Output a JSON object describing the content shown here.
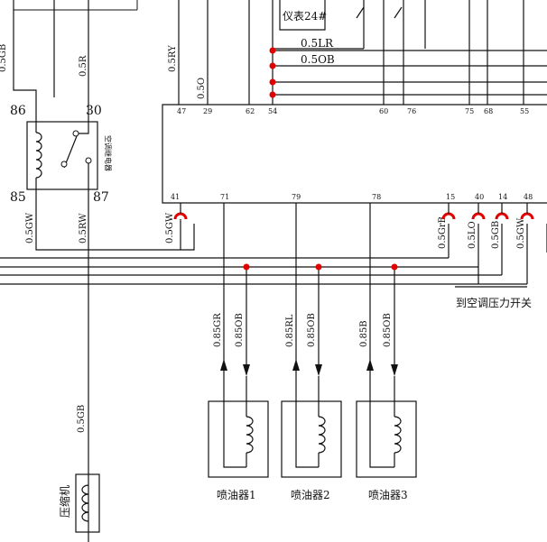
{
  "top_box_label": "仪表24#",
  "relay": {
    "pins": {
      "p86": "86",
      "p30": "30",
      "p85": "85",
      "p87": "87"
    },
    "label": "空调继电器"
  },
  "top_wires": {
    "left_partial": "0.5GB",
    "left_0_5r": "0.5R",
    "mid_0_5ry": "0.5RY",
    "mid_0_5o": "0.5O",
    "bus_0_5lr": "0.5LR",
    "bus_0_5ob": "0.5OB"
  },
  "ecu_top_pins": [
    "47",
    "29",
    "62",
    "54",
    "60",
    "76",
    "75",
    "68",
    "55"
  ],
  "ecu_bottom_pins": [
    "41",
    "71",
    "79",
    "78",
    "15",
    "40",
    "14",
    "48"
  ],
  "lower_wires": {
    "relay_85": "0.5GW",
    "relay_87": "0.5RW",
    "pin41": "0.5GW",
    "pin15": "0.5GrB",
    "pin40": "0.5LO",
    "pin14": "0.5GB",
    "pin48": "0.5GW",
    "compressor": "0.5GB"
  },
  "injector_wires": [
    {
      "a": "0.85GR",
      "b": "0.85OB"
    },
    {
      "a": "0.85RL",
      "b": "0.85OB"
    },
    {
      "a": "0.85B",
      "b": "0.85OB"
    }
  ],
  "pressure_switch_label": "到空调压力开关",
  "injectors": [
    "喷油器1",
    "喷油器2",
    "喷油器3"
  ],
  "compressor_label": "压缩机",
  "colors": {
    "wire": "#111111",
    "junction": "#e00000"
  }
}
